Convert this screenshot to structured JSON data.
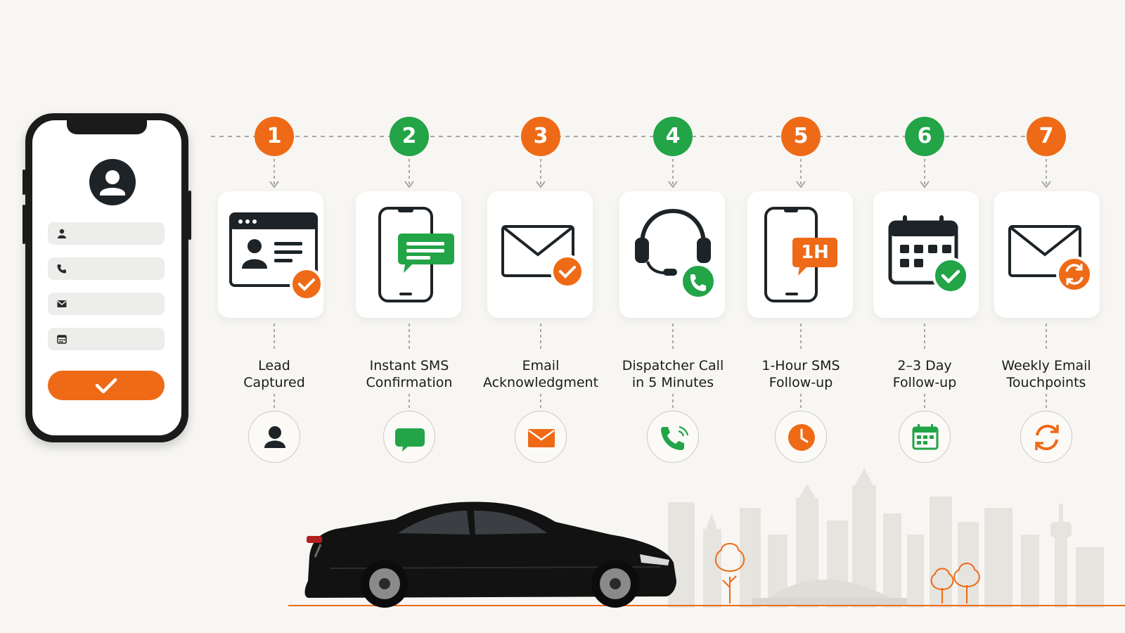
{
  "colors": {
    "orange": "#ee6a16",
    "green": "#22a447",
    "dark": "#1d2326",
    "connector": "#a8a8a6",
    "background": "#f7f6f2"
  },
  "phone": {
    "avatar_icon": "user-avatar-icon",
    "fields": [
      {
        "icon": "user-icon"
      },
      {
        "icon": "phone-icon"
      },
      {
        "icon": "mail-icon"
      },
      {
        "icon": "calendar-icon"
      }
    ],
    "submit_icon": "checkmark-icon"
  },
  "steps": [
    {
      "number": "1",
      "color": "#ee6a16",
      "label_line1": "Lead",
      "label_line2": "Captured",
      "card_icon": "contact-card-check-icon",
      "mini_icon": "user-icon"
    },
    {
      "number": "2",
      "color": "#22a447",
      "label_line1": "Instant SMS",
      "label_line2": "Confirmation",
      "card_icon": "phone-chat-icon",
      "mini_icon": "chat-bubble-icon"
    },
    {
      "number": "3",
      "color": "#ee6a16",
      "label_line1": "Email",
      "label_line2": "Acknowledgment",
      "card_icon": "envelope-check-icon",
      "mini_icon": "envelope-icon"
    },
    {
      "number": "4",
      "color": "#22a447",
      "label_line1": "Dispatcher Call",
      "label_line2": "in 5 Minutes",
      "card_icon": "headset-phone-icon",
      "mini_icon": "phone-call-icon"
    },
    {
      "number": "5",
      "color": "#ee6a16",
      "label_line1": "1-Hour SMS",
      "label_line2": "Follow-up",
      "card_icon": "phone-1h-icon",
      "card_badge_text": "1H",
      "mini_icon": "clock-icon"
    },
    {
      "number": "6",
      "color": "#22a447",
      "label_line1": "2–3 Day",
      "label_line2": "Follow-up",
      "card_icon": "calendar-check-icon",
      "mini_icon": "calendar-icon"
    },
    {
      "number": "7",
      "color": "#ee6a16",
      "label_line1": "Weekly Email",
      "label_line2": "Touchpoints",
      "card_icon": "envelope-refresh-icon",
      "mini_icon": "refresh-icon"
    }
  ],
  "scene": {
    "car_icon": "black-sedan-icon",
    "skyline_icon": "city-skyline-icon",
    "tree_icon": "tree-icon"
  }
}
